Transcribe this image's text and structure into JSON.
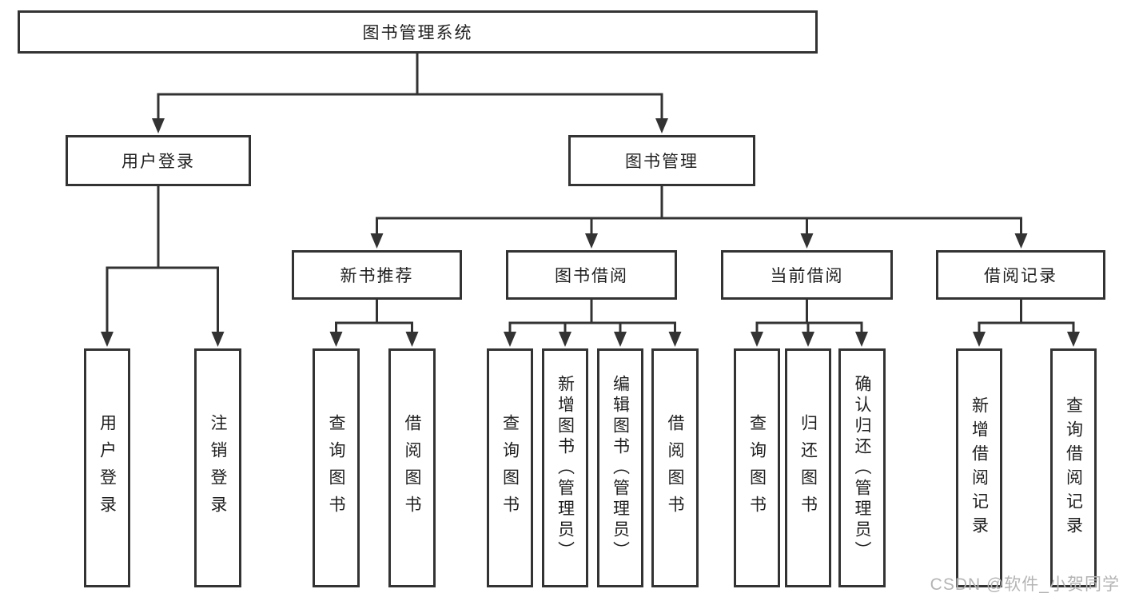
{
  "diagram": {
    "nodes": {
      "root": "图书管理系统",
      "user_login": "用户登录",
      "book_mgmt": "图书管理",
      "new_book_rec": "新书推荐",
      "book_borrow": "图书借阅",
      "current_borrow": "当前借阅",
      "borrow_record": "借阅记录",
      "leaf_user_login": "用户登录",
      "leaf_logout": "注销登录",
      "rec_query_books": "查询图书",
      "rec_borrow_books": "借阅图书",
      "bb_query_books": "查询图书",
      "bb_add_books": "新增图书（管理员）",
      "bb_edit_books": "编辑图书（管理员）",
      "bb_borrow_books": "借阅图书",
      "cb_query_books": "查询图书",
      "cb_return_books": "归还图书",
      "cb_confirm_return": "确认归还（管理员）",
      "br_add_record": "新增借阅记录",
      "br_query_record": "查询借阅记录"
    },
    "colors": {
      "edge": "#333333",
      "box_border": "#333333",
      "text": "#1f1f1f"
    },
    "watermark": {
      "text": "CSDN @软件_小贺同学",
      "color": "#b4b4b4"
    }
  }
}
